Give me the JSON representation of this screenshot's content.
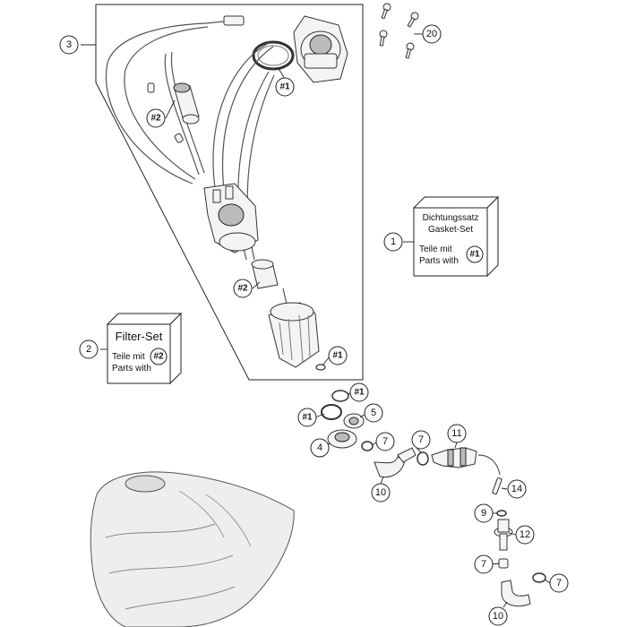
{
  "callouts": {
    "c1": "1",
    "c2": "2",
    "c3": "3",
    "c4": "4",
    "c5": "5",
    "c7": "7",
    "c9": "9",
    "c10": "10",
    "c11": "11",
    "c12": "12",
    "c14": "14",
    "c20": "20"
  },
  "refs": {
    "ref1": "#1",
    "ref2": "#2"
  },
  "gasket_box": {
    "title_de": "Dichtungssatz",
    "title_en": "Gasket-Set",
    "line_de": "Teile mit",
    "line_en": "Parts with",
    "ref": "#1"
  },
  "filter_box": {
    "title": "Filter-Set",
    "line_de": "Teile mit",
    "line_en": "Parts with",
    "ref": "#2"
  },
  "colors": {
    "line": "#222222",
    "part_fill": "#f4f4f4",
    "tank_fill": "#eeeeee"
  }
}
